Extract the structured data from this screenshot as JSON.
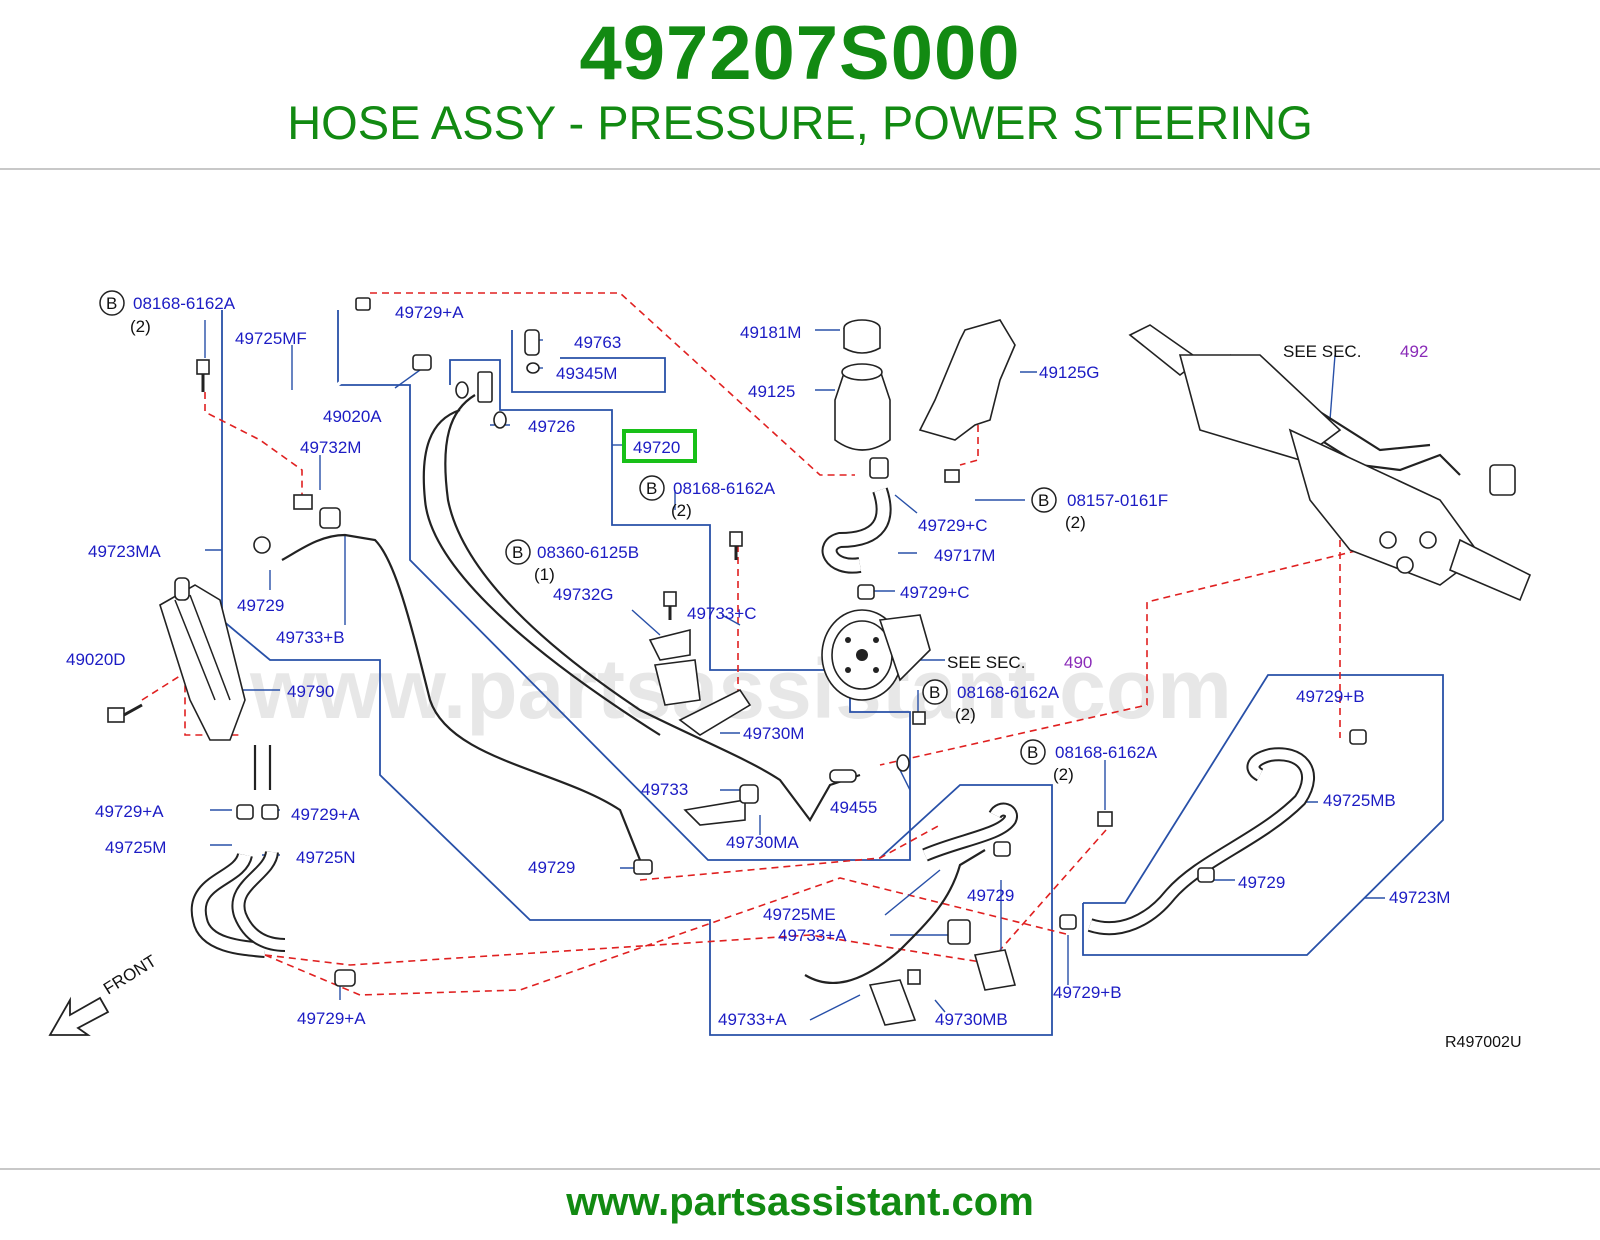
{
  "header": {
    "part_number": "497207S000",
    "description": "HOSE ASSY - PRESSURE, POWER STEERING"
  },
  "diagram": {
    "watermark": "www.partsassistant.com",
    "ref_code": "R497002U",
    "front_label": "FRONT",
    "highlighted_part": "49720",
    "bolt_marker": "B",
    "see_sec_text": "SEE   SEC.",
    "see_sec_492": "492",
    "see_sec_490": "490",
    "labels": {
      "b_08168_6162a_1": "08168-6162A",
      "qty_2_a": "(2)",
      "l_49729a_top": "49729+A",
      "l_49725mf": "49725MF",
      "l_49763": "49763",
      "l_49345m": "49345M",
      "l_49181m": "49181M",
      "l_49125g": "49125G",
      "l_49125": "49125",
      "l_49020a": "49020A",
      "l_49726": "49726",
      "l_49732m": "49732M",
      "b_08168_6162a_2": "08168-6162A",
      "qty_2_b": "(2)",
      "l_49729c_1": "49729+C",
      "b_08157_0161f": "08157-0161F",
      "qty_2_c": "(2)",
      "l_49723ma": "49723MA",
      "b_08360_6125b": "08360-6125B",
      "qty_1": "(1)",
      "l_49717m": "49717M",
      "l_49729_a": "49729",
      "l_49732g": "49732G",
      "l_49733c": "49733+C",
      "l_49729c_2": "49729+C",
      "l_49733b": "49733+B",
      "l_49020d": "49020D",
      "l_49790": "49790",
      "b_08168_6162a_3": "08168-6162A",
      "qty_2_d": "(2)",
      "l_49729b_1": "49729+B",
      "l_49730m": "49730M",
      "b_08168_6162a_4": "08168-6162A",
      "qty_2_e": "(2)",
      "l_49733": "49733",
      "l_49455": "49455",
      "l_49725mb": "49725MB",
      "l_49729a_left1": "49729+A",
      "l_49729a_left2": "49729+A",
      "l_49725m": "49725M",
      "l_49730ma": "49730MA",
      "l_49725n": "49725N",
      "l_49729_b": "49729",
      "l_49729_c": "49729",
      "l_49729_d": "49729",
      "l_49723m": "49723M",
      "l_49725me": "49725ME",
      "l_49733a_1": "49733+A",
      "l_49729b_2": "49729+B",
      "l_49729a_bottom": "49729+A",
      "l_49733a_2": "49733+A",
      "l_49730mb": "49730MB"
    }
  },
  "footer": {
    "url": "www.partsassistant.com"
  },
  "colors": {
    "title_green": "#128a12",
    "label_blue": "#1c1cc4",
    "frame_blue": "#2850a8",
    "dashed_red": "#e02020",
    "highlight_green": "#18c018",
    "section_purple": "#8a2bb8"
  }
}
